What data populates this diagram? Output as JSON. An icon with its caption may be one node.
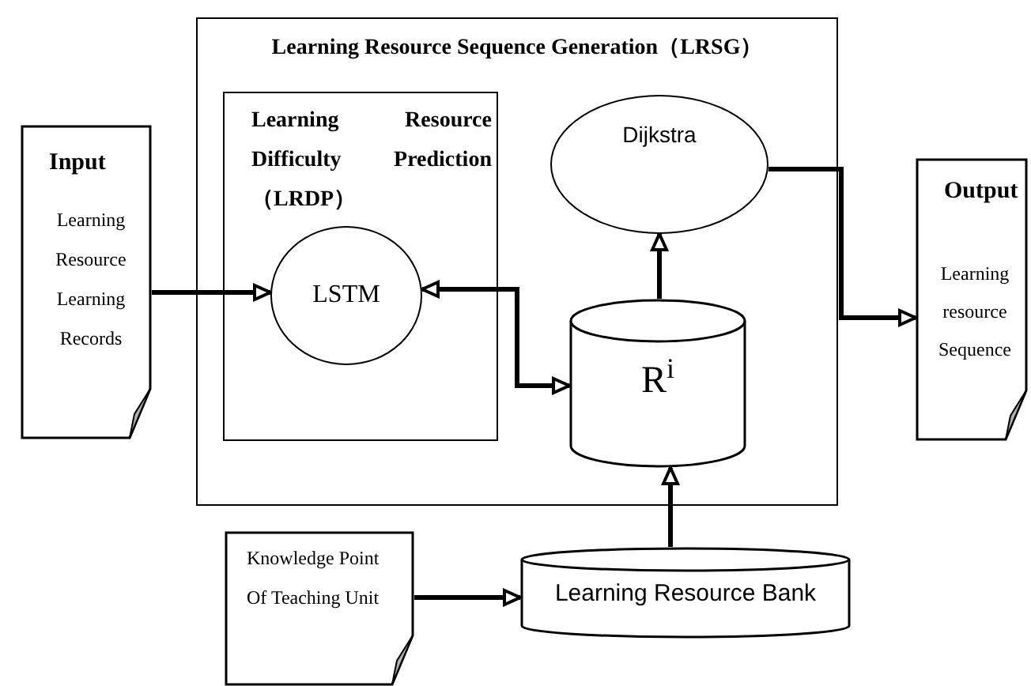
{
  "diagram": {
    "nodes": [
      {
        "text": [
          "Input",
          "Learning Resource Learning Records"
        ]
      },
      {
        "text": [
          "Learning Resource Sequence Generation（LRSG）"
        ]
      },
      {
        "text": [
          "Learning Resource Difficulty Prediction（LRDP）"
        ],
        "in": 1
      },
      {
        "text": [
          "LSTM"
        ],
        "in": 2
      },
      {
        "text": [
          "Dijkstra"
        ],
        "in": 1
      },
      {
        "text": [
          "R$^{i}$"
        ],
        "in": 1
      },
      {
        "text": [
          "Output",
          "Learning resource Sequence"
        ]
      },
      {
        "text": [
          "Knowledge Point Of Teaching Unit"
        ]
      },
      {
        "text": [
          "Learning Resource Bank"
        ]
      }
    ],
    "edges": [
      {
        "from": 0,
        "to": 3,
        "arrow": "to"
      },
      {
        "from": 3,
        "to": 5,
        "arrow": "both"
      },
      {
        "from": 5,
        "to": 4,
        "arrow": "to"
      },
      {
        "from": 4,
        "to": 6,
        "arrow": "to"
      },
      {
        "from": 7,
        "to": 8,
        "arrow": "to"
      },
      {
        "from": 8,
        "to": 5,
        "arrow": "to"
      }
    ]
  }
}
